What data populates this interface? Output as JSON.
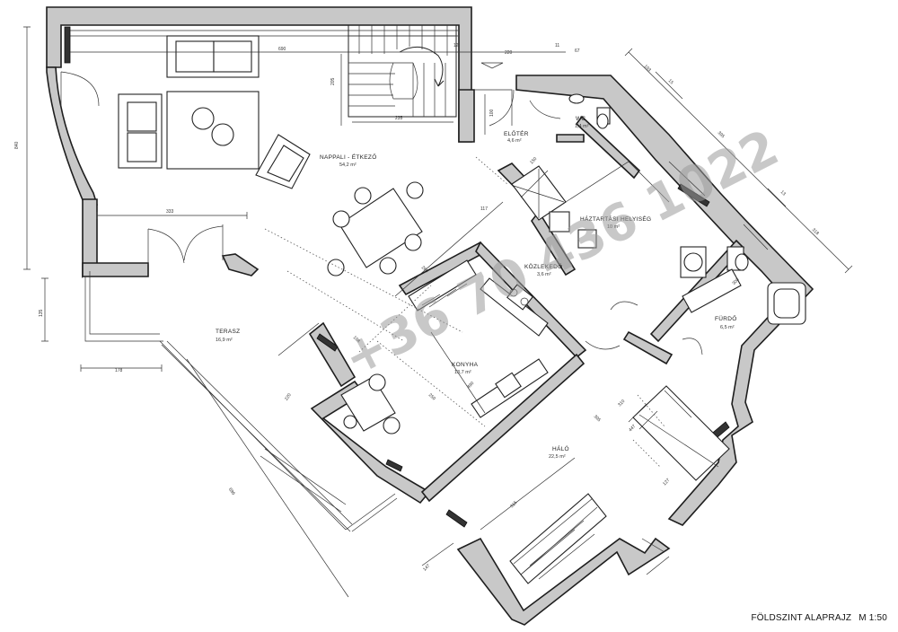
{
  "plan_title": "FÖLDSZINT ALAPRAJZ",
  "scale": "M 1:50",
  "watermark": "+36 70 436 1022",
  "rooms": [
    {
      "name": "NAPPALI - ÉTKEZŐ",
      "area": "54,2 m²"
    },
    {
      "name": "ELŐTÉR",
      "area": "4,6 m²"
    },
    {
      "name": "WC",
      "area": "1,4 m²"
    },
    {
      "name": "HÁZTARTÁSI HELYISÉG",
      "area": "10 m²"
    },
    {
      "name": "KÖZLEKEDŐ",
      "area": "3,6 m²"
    },
    {
      "name": "FÜRDŐ",
      "area": "6,5 m²"
    },
    {
      "name": "TERASZ",
      "area": "16,9 m²"
    },
    {
      "name": "KONYHA",
      "area": "13,7 m²"
    },
    {
      "name": "HÁLÓ",
      "area": "22,5 m²"
    }
  ],
  "dimensions": {
    "d690": "690",
    "d840": "840",
    "d205": "205",
    "d235": "235",
    "d12": "12",
    "d220": "220",
    "d11": "11",
    "d67": "67",
    "d100": "100",
    "d333": "333",
    "d117": "117",
    "d135": "135",
    "d178": "178",
    "d220b": "220",
    "d696": "696",
    "d147": "147",
    "d103": "103",
    "d15": "15",
    "d395": "395",
    "d13": "13",
    "d318": "318",
    "d260": "260",
    "d310": "310",
    "d315": "315",
    "d150": "150",
    "d250": "250",
    "d490": "490",
    "d108": "108",
    "d127": "127",
    "d447": "447",
    "d305": "305",
    "d300": "300"
  }
}
